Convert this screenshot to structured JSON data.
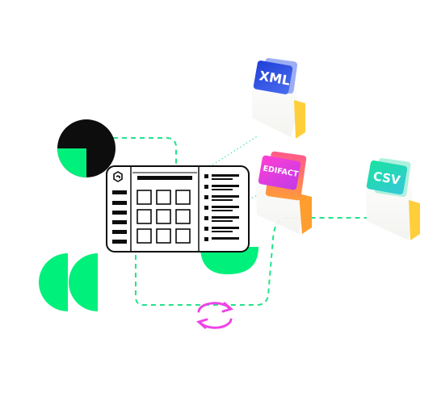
{
  "folders": [
    {
      "label": "XML",
      "tag_color": "#2b4fe0",
      "tag_shadow": "#6f86ee",
      "file_color": "#ffcf3a"
    },
    {
      "label": "EDIFACT",
      "tag_color": "#d43ee6",
      "tag_shadow": "#ff6a3a",
      "file_color": "#ff9d2e"
    },
    {
      "label": "CSV",
      "tag_color": "#21d6b0",
      "tag_shadow": "#7be9d0",
      "file_color": "#ffcf3a"
    }
  ],
  "colors": {
    "accent_green": "#00f07c",
    "accent_magenta": "#ee44e6",
    "ink": "#0d0d0d",
    "dash_line": "#22e38b"
  },
  "icons": [
    "app-logo-icon",
    "sync-arrows-icon"
  ]
}
